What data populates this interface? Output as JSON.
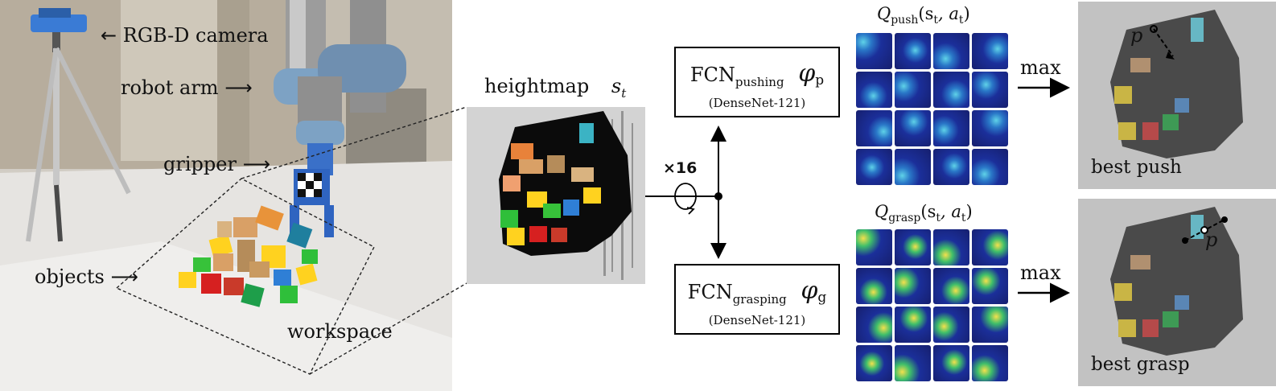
{
  "scene_labels": {
    "camera": "RGB-D camera",
    "arm": "robot arm",
    "gripper": "gripper",
    "objects": "objects",
    "workspace": "workspace"
  },
  "heightmap": {
    "label": "heightmap",
    "symbol": "s",
    "symbol_sub": "t"
  },
  "rotation": {
    "label": "×16"
  },
  "push_net": {
    "name": "FCN",
    "name_sub": "pushing",
    "backbone": "(DenseNet-121)",
    "phi": "φ",
    "phi_sub": "p"
  },
  "grasp_net": {
    "name": "FCN",
    "name_sub": "grasping",
    "backbone": "(DenseNet-121)",
    "phi": "φ",
    "phi_sub": "g"
  },
  "q_push": {
    "q": "Q",
    "sub": "push",
    "args": "(s",
    "a": ", a",
    "close": ")",
    "t": "t"
  },
  "q_grasp": {
    "q": "Q",
    "sub": "grasp",
    "args": "(s",
    "a": ", a",
    "close": ")",
    "t": "t"
  },
  "max_labels": {
    "push": "max",
    "grasp": "max"
  },
  "results": {
    "push": "best push",
    "grasp": "best grasp",
    "p_push": "p",
    "p_grasp": "p"
  },
  "icons": [
    "camera-icon",
    "robot-arm-icon",
    "gripper-icon",
    "block-icon",
    "rotation-icon"
  ]
}
